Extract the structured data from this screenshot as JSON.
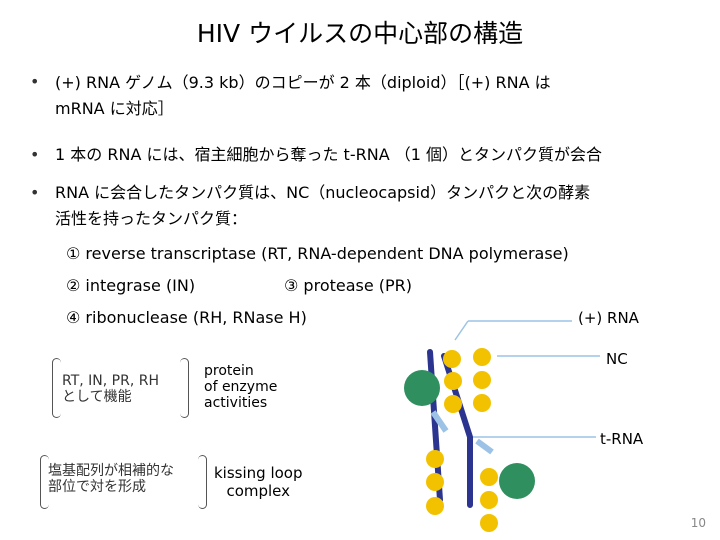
{
  "title": "HIV ウイルスの中心部の構造",
  "bullets": [
    {
      "line1": "(+) RNA ゲノム（9.3 kb）のコピーが 2 本（diploid）［(+) RNA は",
      "line2": "mRNA に対応］"
    },
    {
      "line1": "1 本の RNA には、宿主細胞から奪った t-RNA （1 個）とタンパク質が会合"
    },
    {
      "line1": "RNA に会合したタンパク質は、NC（nucleocapsid）タンパクと次の酵素",
      "line2": "活性を持ったタンパク質："
    }
  ],
  "enzymes": {
    "e1": "① reverse transcriptase (RT, RNA-dependent DNA polymerase)",
    "e2": "② integrase (IN)",
    "e3": "③ protease (PR)",
    "e4": "④ ribonuclease (RH, RNase H)"
  },
  "note1": {
    "line1": "RT, IN, PR, RH",
    "line2": "として機能"
  },
  "note1_side": {
    "line1": "protein",
    "line2": "of enzyme",
    "line3": "activities"
  },
  "note2": {
    "line1": "塩基配列が相補的な",
    "line2": "部位で対を形成"
  },
  "note2_side": {
    "line1": "kissing loop",
    "line2": "complex"
  },
  "diagram_labels": {
    "rna": "(+) RNA",
    "nc": "NC",
    "trna": "t-RNA"
  },
  "page_number": "10",
  "colors": {
    "rna_strand": "#2b3590",
    "protein": "#f2c200",
    "enzyme": "#2f8f5f",
    "trna": "#9cc3e6"
  }
}
